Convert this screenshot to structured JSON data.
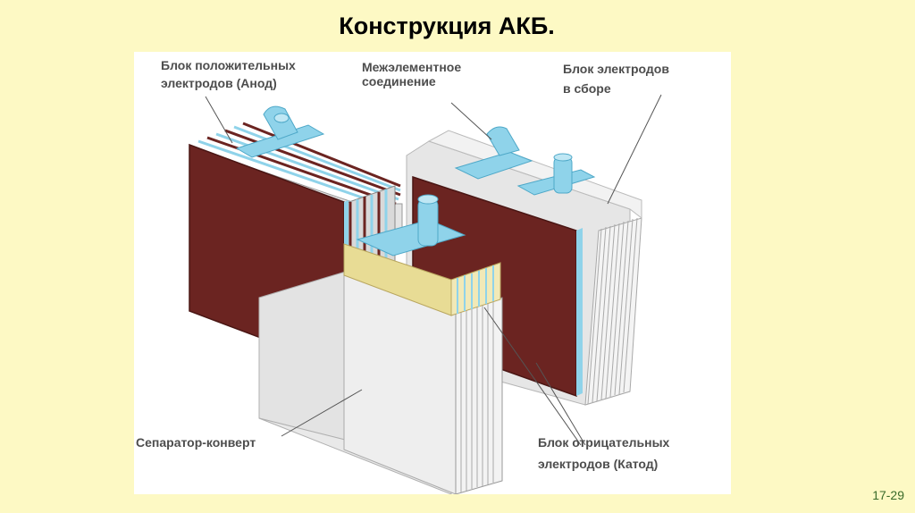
{
  "slide": {
    "title": "Конструкция АКБ.",
    "page_number": "17-29"
  },
  "labels": {
    "anode_line1": "Блок положительных",
    "anode_line2": "электродов (Анод)",
    "connector_line1": "Межэлементное",
    "connector_line2": "соединение",
    "assembly_line1": "Блок электродов",
    "assembly_line2": "в сборе",
    "separator": "Сепаратор-конверт",
    "cathode_line1": "Блок отрицательных",
    "cathode_line2": "электродов (Катод)"
  },
  "colors": {
    "background": "#fdf9c4",
    "plate": "#6b2421",
    "lug": "#8fd3ea",
    "separator": "#e9e9e9",
    "separator_top": "#e8dc95"
  }
}
